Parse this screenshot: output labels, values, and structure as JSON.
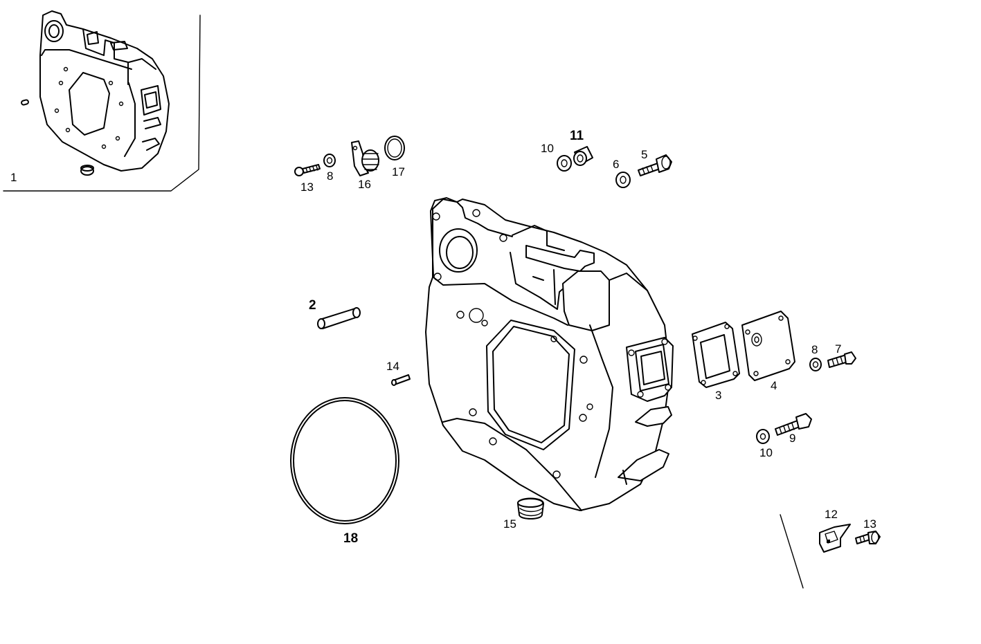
{
  "callouts": {
    "c1": "1",
    "c2": "2",
    "c3": "3",
    "c4": "4",
    "c5": "5",
    "c6": "6",
    "c7": "7",
    "c8a": "8",
    "c8b": "8",
    "c9": "9",
    "c10a": "10",
    "c10b": "10",
    "c11": "11",
    "c12": "12",
    "c13a": "13",
    "c13b": "13",
    "c14": "14",
    "c15": "15",
    "c16": "16",
    "c17": "17",
    "c18": "18"
  }
}
